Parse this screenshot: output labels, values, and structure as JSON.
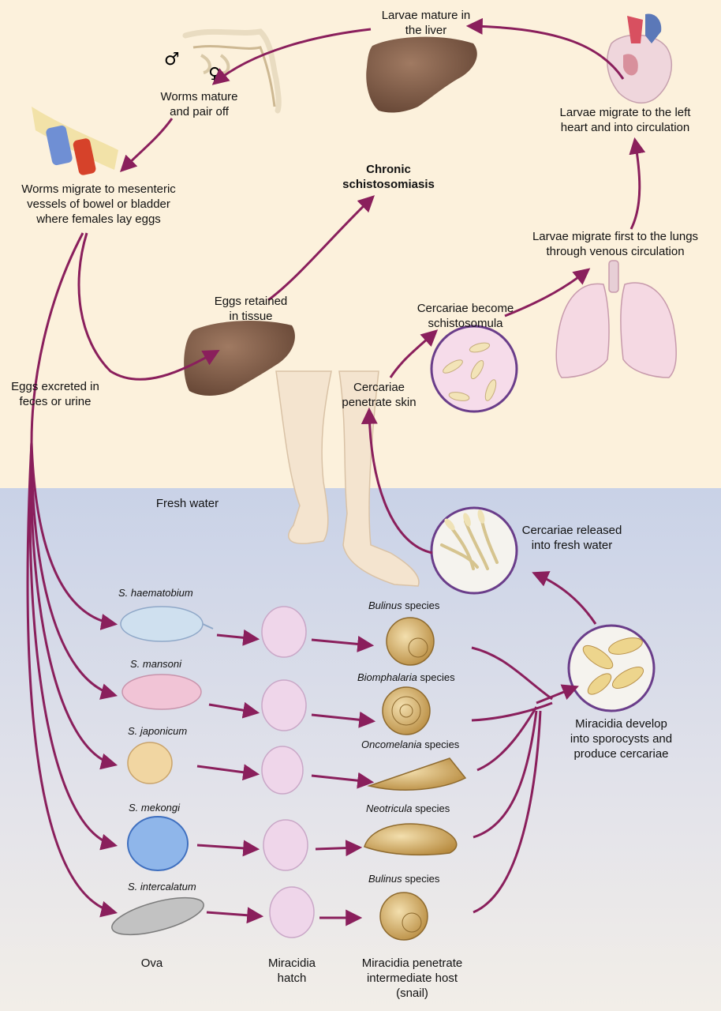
{
  "labels": {
    "larvae_liver": [
      "Larvae mature in",
      "the liver"
    ],
    "worms_mature": [
      "Worms mature",
      "and pair off"
    ],
    "male_symbol": "♂",
    "female_symbol": "♀",
    "worms_migrate": [
      "Worms migrate to mesenteric",
      "vessels of bowel or bladder",
      "where females lay eggs"
    ],
    "chronic": [
      "Chronic",
      "schistosomiasis"
    ],
    "left_heart": [
      "Larvae migrate to the left",
      "heart and into circulation"
    ],
    "lungs": [
      "Larvae migrate first to the lungs",
      "through venous circulation"
    ],
    "eggs_retained": [
      "Eggs retained",
      "in tissue"
    ],
    "cercariae_become": [
      "Cercariae become",
      "schistosomula"
    ],
    "eggs_excreted": [
      "Eggs excreted in",
      "feces or urine"
    ],
    "cercariae_penetrate": [
      "Cercariae",
      "penetrate skin"
    ],
    "fresh_water": "Fresh water",
    "cercariae_released": [
      "Cercariae released",
      "into fresh water"
    ],
    "miracidia_develop": [
      "Miracidia develop",
      "into sporocysts and",
      "produce cercariae"
    ],
    "ova": "Ova",
    "miracidia_hatch": [
      "Miracidia",
      "hatch"
    ],
    "miracidia_penetrate": [
      "Miracidia penetrate",
      "intermediate host",
      "(snail)"
    ]
  },
  "species": [
    {
      "name": "S. haematobium",
      "host_genus": "Bulinus",
      "host_suffix": " species",
      "egg_color": "#cfe0ef",
      "snail_color": "#d9b370"
    },
    {
      "name": "S. mansoni",
      "host_genus": "Biomphalaria",
      "host_suffix": " species",
      "egg_color": "#f1c4d6",
      "snail_color": "#dfc18a"
    },
    {
      "name": "S. japonicum",
      "host_genus": "Oncomelania",
      "host_suffix": " species",
      "egg_color": "#f1d6a2",
      "snail_color": "#d6b06a"
    },
    {
      "name": "S. mekongi",
      "host_genus": "Neotricula",
      "host_suffix": " species",
      "egg_color": "#8fb6ea",
      "snail_color": "#dcbd78"
    },
    {
      "name": "S. intercalatum",
      "host_genus": "Bulinus",
      "host_suffix": " species",
      "egg_color": "#c2c2c2",
      "snail_color": "#d9b370"
    }
  ],
  "colors": {
    "land_bg": "#fcf1dc",
    "water_top": "#cbd3e6",
    "water_bottom": "#f1ede7",
    "arrow": "#8a1f5c",
    "liver": "#7d5a46",
    "circle_stroke": "#6a3d8a"
  }
}
